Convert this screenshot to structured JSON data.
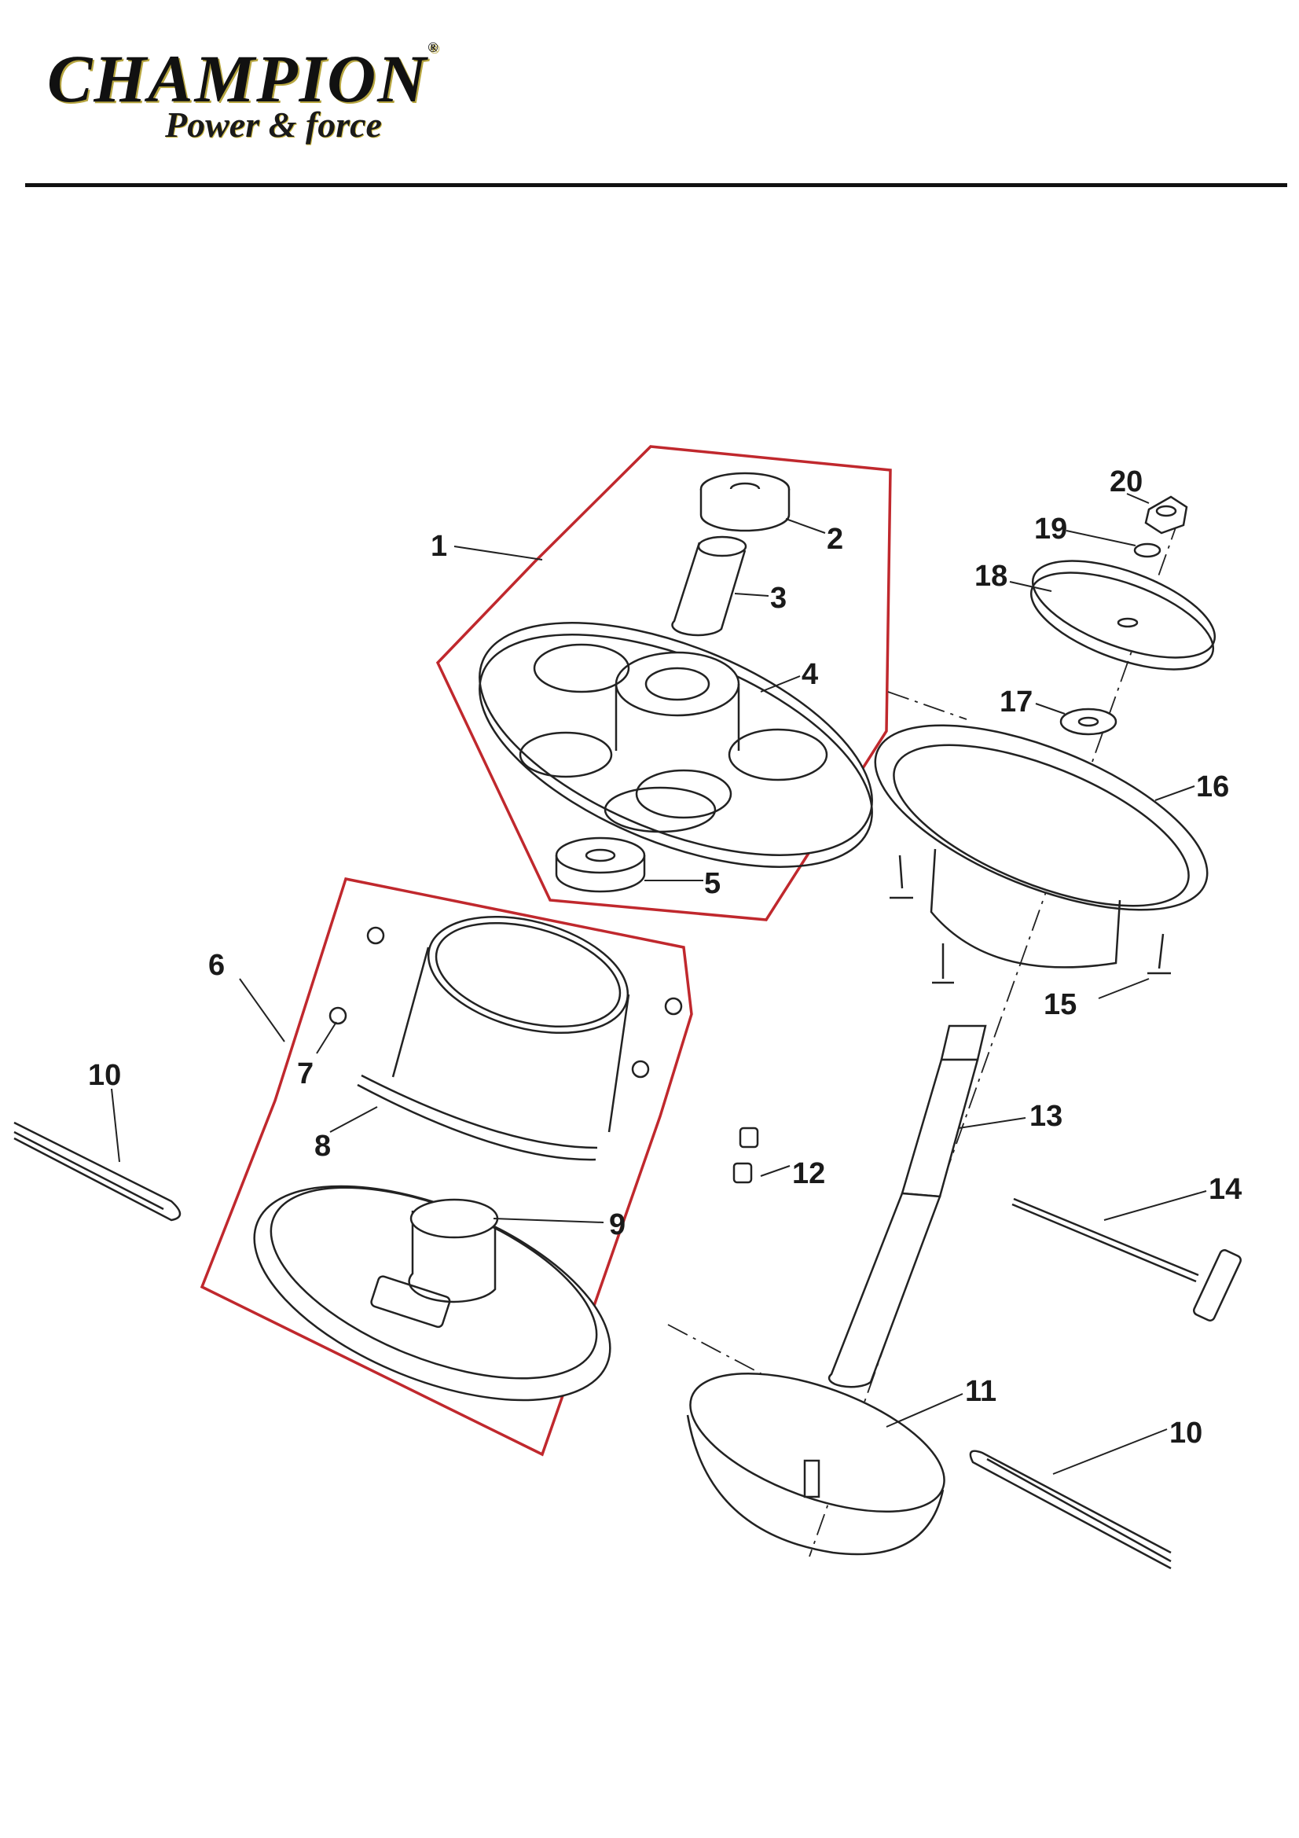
{
  "brand": {
    "name": "CHAMPION",
    "registered_mark": "®",
    "tagline": "Power & force",
    "colors": {
      "text": "#111111",
      "accent": "#b7a640",
      "outline_box": "#c0282d"
    }
  },
  "diagram": {
    "callouts": [
      {
        "id": "1",
        "label": "1"
      },
      {
        "id": "2",
        "label": "2"
      },
      {
        "id": "3",
        "label": "3"
      },
      {
        "id": "4",
        "label": "4"
      },
      {
        "id": "5",
        "label": "5"
      },
      {
        "id": "6",
        "label": "6"
      },
      {
        "id": "7",
        "label": "7"
      },
      {
        "id": "8",
        "label": "8"
      },
      {
        "id": "9",
        "label": "9"
      },
      {
        "id": "10a",
        "label": "10"
      },
      {
        "id": "10b",
        "label": "10"
      },
      {
        "id": "11",
        "label": "11"
      },
      {
        "id": "12",
        "label": "12"
      },
      {
        "id": "13",
        "label": "13"
      },
      {
        "id": "14",
        "label": "14"
      },
      {
        "id": "15",
        "label": "15"
      },
      {
        "id": "16",
        "label": "16"
      },
      {
        "id": "17",
        "label": "17"
      },
      {
        "id": "18",
        "label": "18"
      },
      {
        "id": "19",
        "label": "19"
      },
      {
        "id": "20",
        "label": "20"
      }
    ]
  }
}
